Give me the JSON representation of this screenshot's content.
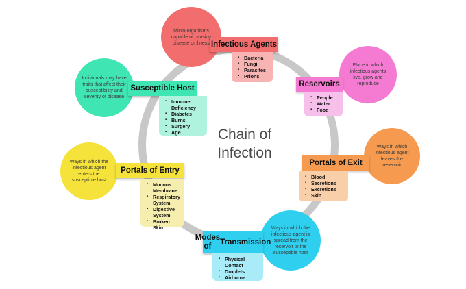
{
  "title": [
    "Chain of",
    "Infection"
  ],
  "nodes": [
    {
      "id": "infectious-agents",
      "label": "Infectious Agents",
      "description": "Micro-organisms capable of causing disease or illness",
      "items": [
        "Bacteria",
        "Fungi",
        "Parasites",
        "Prions"
      ],
      "color": "#f26d6d",
      "list_color": "#f8b3b3"
    },
    {
      "id": "reservoirs",
      "label": "Reservoirs",
      "description": "Place in which infectious agents live, grow and reproduce",
      "items": [
        "People",
        "Water",
        "Food"
      ],
      "color": "#f57ad2",
      "list_color": "#f7c0ea"
    },
    {
      "id": "portals-of-exit",
      "label": "Portals of Exit",
      "description": "Ways in which infectious agent leaves the reservoir",
      "items": [
        "Blood",
        "Secretions",
        "Excretions",
        "Skin"
      ],
      "color": "#f59a4e",
      "list_color": "#f9cfa9"
    },
    {
      "id": "modes-of-transmission",
      "label": [
        "Modes of",
        "Transmission"
      ],
      "description": "Ways in which the infectious agent is spread from the reservoir to the susceptible host",
      "items": [
        "Physical Contact",
        "Droplets",
        "Airborne"
      ],
      "color": "#2fd0ef",
      "list_color": "#a9ecf8"
    },
    {
      "id": "portals-of-entry",
      "label": "Portals of Entry",
      "description": "Ways in which the infectious agent enters the susceptible host",
      "items": [
        "Mucous Membrane",
        "Respiratory System",
        "Digestive System",
        "Broken Skin"
      ],
      "color": "#f5e23a",
      "list_color": "#f6eeae"
    },
    {
      "id": "susceptible-host",
      "label": "Susceptible Host",
      "description": "Individuals may have traits that affect their susceptibility and severity of disease",
      "items": [
        "Immune Deficiency",
        "Diabetes",
        "Burns",
        "Surgery",
        "Age"
      ],
      "color": "#3fe6b4",
      "list_color": "#aff2dd"
    }
  ]
}
